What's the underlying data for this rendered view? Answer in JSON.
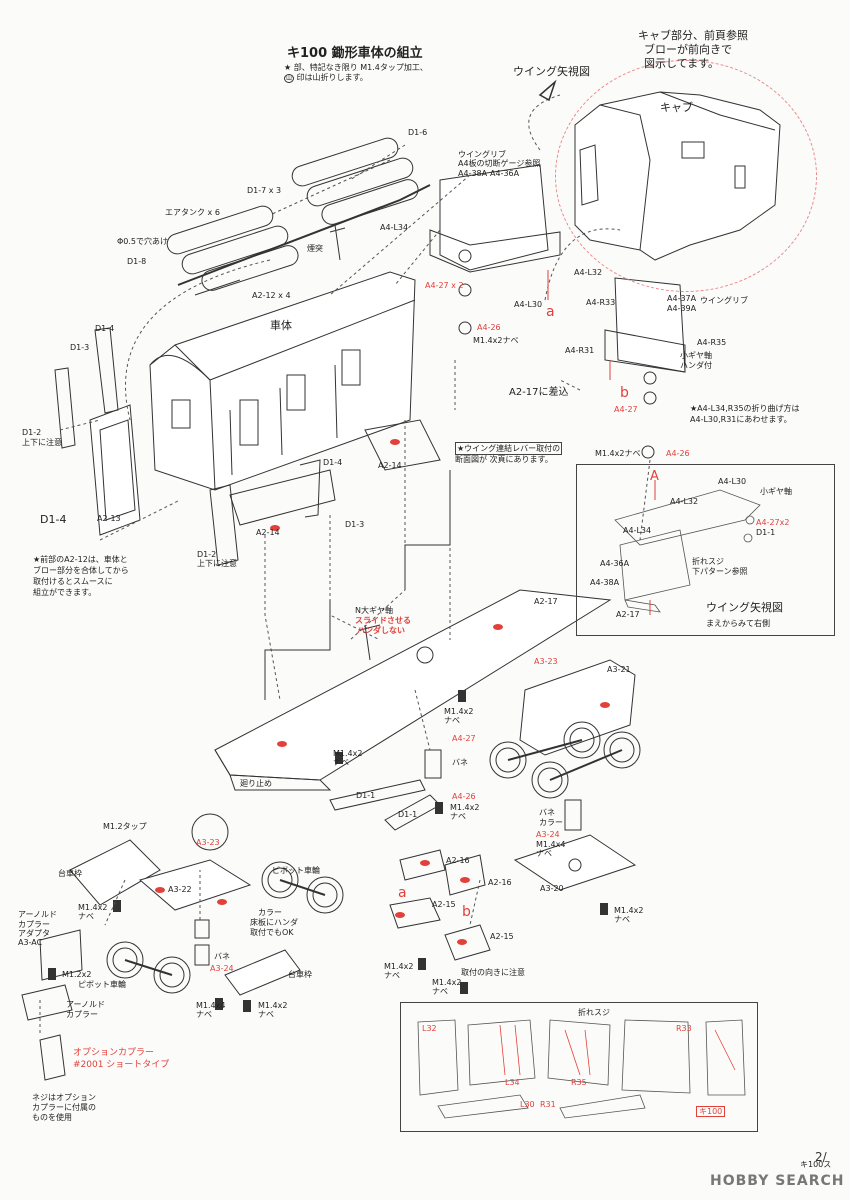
{
  "header": {
    "title": "キ100 鋤形車体の組立",
    "note1": "★ 部、特記なき限り M1.4タップ加工、",
    "note2": "印は山折りします。",
    "mark_c": "山"
  },
  "callouts": {
    "cab_note": [
      "キャブ部分、前頁参照",
      "ブローが前向きで",
      "図示してます。"
    ],
    "wing_view_top": "ウイング矢視図",
    "cab": "キャブ",
    "wing_rib_a4": [
      "ウイングリブ",
      "A4板の切断ゲージ参照"
    ],
    "a4_38a": "A4-38A",
    "a4_36a": "A4-36A",
    "a4_l34": "A4-L34",
    "a4_l32": "A4-L32",
    "a4_l30": "A4-L30",
    "a4_27x2": "A4-27 x 2",
    "a4_26_left": "A4-26",
    "m14x2_nabe_left": "M1.4x2ナベ",
    "a4_r33": "A4-R33",
    "a4_37a": "A4-37A",
    "a4_39a": "A4-39A",
    "wing_rib_right": "ウイングリブ",
    "a4_r35": "A4-R35",
    "a4_r31": "A4-R31",
    "small_gear": [
      "小ギヤ軸",
      "ハンダ付"
    ],
    "a4_27_right": "A4-27",
    "a": "a",
    "b": "b",
    "a2_17_insert": "A2-17に差込",
    "fold_note": [
      "★A4-L34,R35の折り曲げ方は",
      "A4-L30,R31にあわせます。"
    ],
    "m14x2_nabe_right": "M1.4x2ナベ",
    "a4_26_right": "A4-26",
    "d1_6": "D1-6",
    "d1_7x3": "D1-7 x 3",
    "air_tank": "エアタンク x 6",
    "phi05": "Φ0.5で穴あけ",
    "d1_8": "D1-8",
    "chimney": "煙突",
    "a2_12x4": "A2-12 x 4",
    "body": "車体",
    "d1_4a": "D1-4",
    "d1_3a": "D1-3",
    "d1_2a": [
      "D1-2",
      "上下に注意"
    ],
    "d1_4b": "D1-4",
    "a2_13": "A2-13",
    "d1_4c": "D1-4",
    "d1_3b": "D1-3",
    "a2_14a": "A2-14",
    "a2_14b": "A2-14",
    "d1_2b": [
      "D1-2",
      "上下に注意"
    ],
    "lever_note": [
      "★ウイング連結レバー取付の",
      "断面図が 次頁にあります。"
    ],
    "front_note": [
      "★前部のA2-12は、車体と",
      "ブロー部分を合体してから",
      "取付けるとスムースに",
      "組立ができます。"
    ]
  },
  "inset": {
    "a4_l30": "A4-L30",
    "small_gear": "小ギヤ軸",
    "a4_l32": "A4-L32",
    "a4_27x2": "A4-27x2",
    "d1_1": "D1-1",
    "a4_l34": "A4-L34",
    "a4_36a": "A4-36A",
    "a4_38a": "A4-38A",
    "fold": [
      "折れスジ",
      "下パターン参照"
    ],
    "a2_17": "A2-17",
    "a": "A",
    "title": "ウイング矢視図",
    "subtitle": "まえからみて右側"
  },
  "chassis": {
    "n_gear": "N大ギヤ軸",
    "slide_note": [
      "スライドさせる",
      "ハンダしない"
    ],
    "a2_17": "A2-17",
    "a3_23_top": "A3-23",
    "a3_21": "A3-21",
    "m14x2_a": [
      "M1.4x2",
      "ナベ"
    ],
    "a4_27": "A4-27",
    "spring_a": "バネ",
    "m14x2_b": [
      "M1.4x2",
      "ナベ"
    ],
    "rotation_stop": "廻り止め",
    "d1_1a": "D1-1",
    "a4_26": "A4-26",
    "m14x2_c": [
      "M1.4x2",
      "ナベ"
    ],
    "d1_1b": "D1-1",
    "spring_b": "バネ",
    "collar_a": "カラー",
    "a3_24_top": "A3-24",
    "m14x4_a": [
      "M1.4x4",
      "ナベ"
    ],
    "m12_tap": "M1.2タップ",
    "a3_23_left": "A3-23",
    "bogie_frame_a": "台車枠",
    "a3_22": "A3-22",
    "m14x2_d": [
      "M1.4x2",
      "ナベ"
    ],
    "pivot_wheel_a": "ピボット車輪",
    "collar_b": [
      "カラー",
      "床板にハンダ",
      "取付でもOK"
    ],
    "a2_16a": "A2-16",
    "a2_16b": "A2-16",
    "a3_20": "A3-20",
    "m14x2_e": [
      "M1.4x2",
      "ナベ"
    ],
    "a_mark": "a",
    "b_mark": "b",
    "a2_15a": "A2-15",
    "a2_15b": "A2-15",
    "direction_note": "取付の向きに注意",
    "arnold_adapter": [
      "アーノルド",
      "カプラー",
      "アダプタ",
      "A3-AC"
    ],
    "m12x2": "M1.2x2",
    "arnold_coupler": [
      "アーノルド",
      "カプラー"
    ],
    "spring_c": "バネ",
    "a3_24_bottom": "A3-24",
    "pivot_wheel_b": "ピボット車輪",
    "bogie_frame_b": "台車枠",
    "m14x4_b": [
      "M1.4x4",
      "ナベ"
    ],
    "m14x2_f": [
      "M1.4x2",
      "ナベ"
    ],
    "m14x2_g": [
      "M1.4x2",
      "ナベ"
    ],
    "m14x2_h": [
      "M1.4x2",
      "ナベ"
    ],
    "option_coupler": [
      "オプションカプラー",
      "#2001 ショートタイプ"
    ],
    "screw_note": [
      "ネジはオプション",
      "カプラーに付属の",
      "ものを使用"
    ]
  },
  "pattern": {
    "fold": "折れスジ",
    "l32": "L32",
    "r33": "R33",
    "l34": "L34",
    "r35": "R35",
    "l30": "L30",
    "r31": "R31",
    "badge": "キ100"
  },
  "footer": {
    "page": "2/",
    "page_sub": "キ100ス",
    "watermark": "HOBBY SEARCH"
  },
  "colors": {
    "accent": "#e2403a",
    "line": "#333333",
    "paper": "#fbfbfa"
  }
}
